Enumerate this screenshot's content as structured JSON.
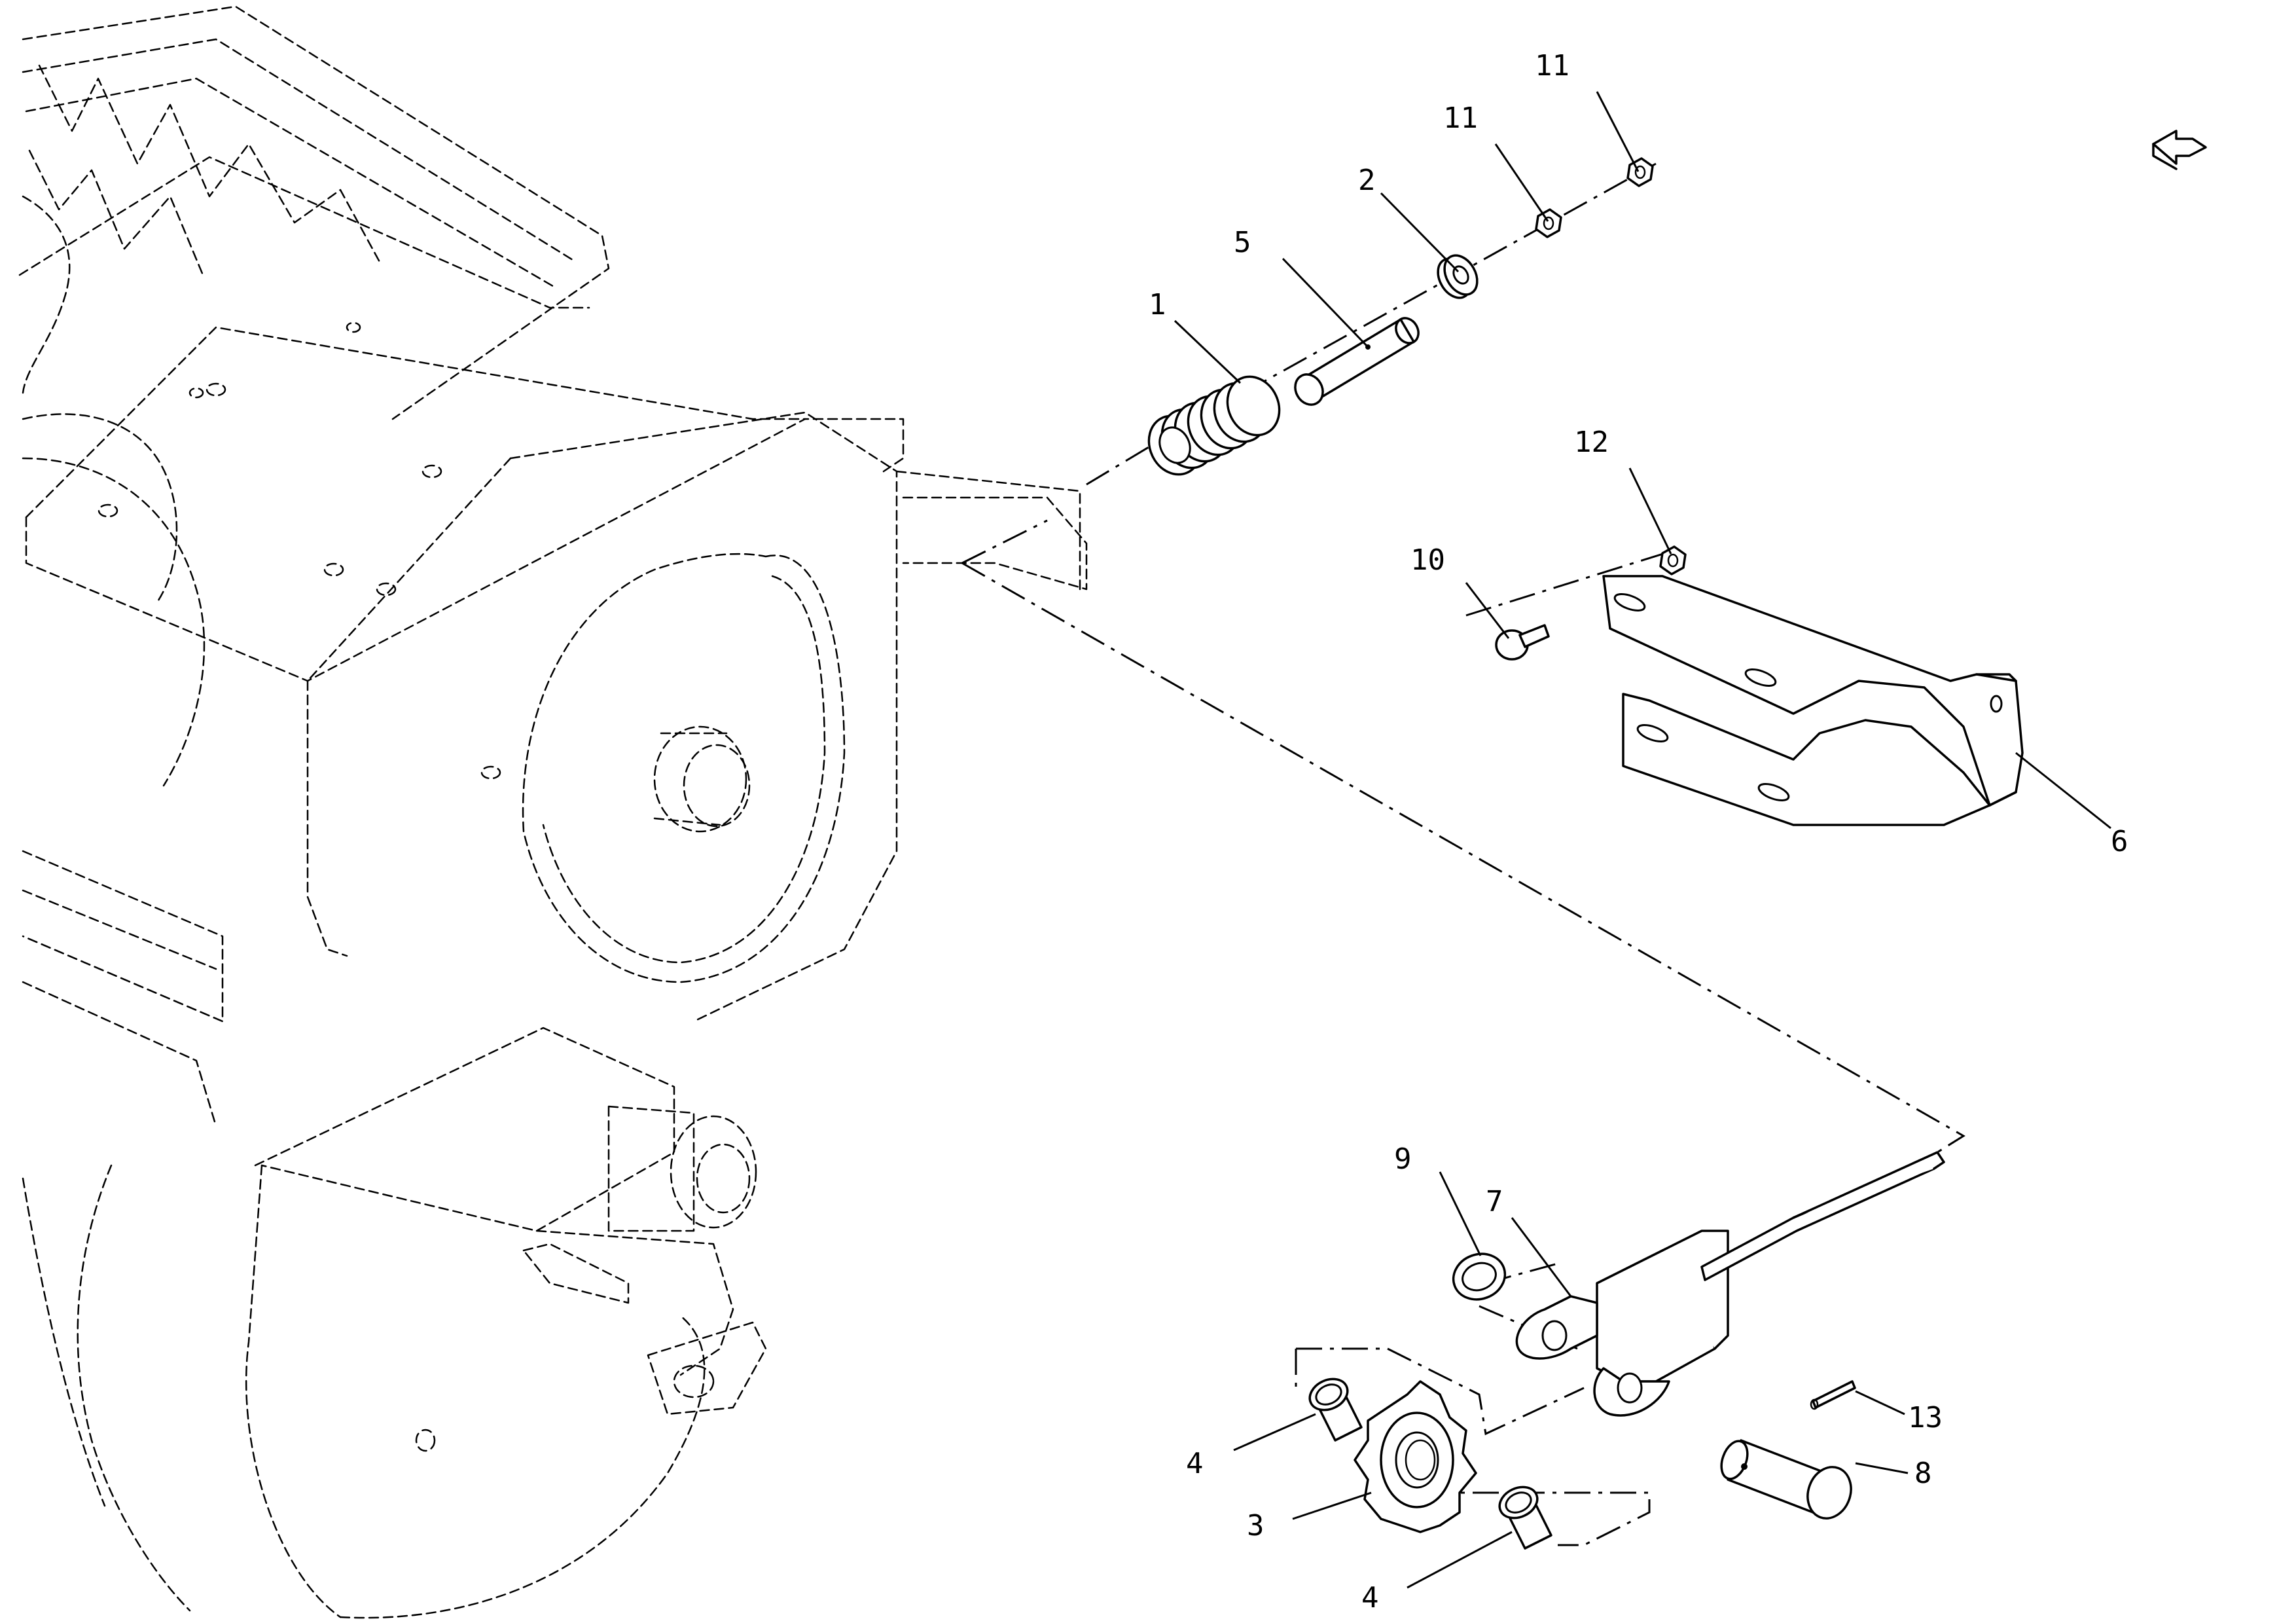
{
  "diagram": {
    "callouts": [
      {
        "id": "c1",
        "label": "1"
      },
      {
        "id": "c2",
        "label": "2"
      },
      {
        "id": "c3",
        "label": "3"
      },
      {
        "id": "c4a",
        "label": "4"
      },
      {
        "id": "c4b",
        "label": "4"
      },
      {
        "id": "c5",
        "label": "5"
      },
      {
        "id": "c6",
        "label": "6"
      },
      {
        "id": "c7",
        "label": "7"
      },
      {
        "id": "c8",
        "label": "8"
      },
      {
        "id": "c9",
        "label": "9"
      },
      {
        "id": "c10",
        "label": "10"
      },
      {
        "id": "c11a",
        "label": "11"
      },
      {
        "id": "c11b",
        "label": "11"
      },
      {
        "id": "c12",
        "label": "12"
      },
      {
        "id": "c13",
        "label": "13"
      }
    ],
    "orientation_icon": "front-direction-arrow-icon"
  }
}
